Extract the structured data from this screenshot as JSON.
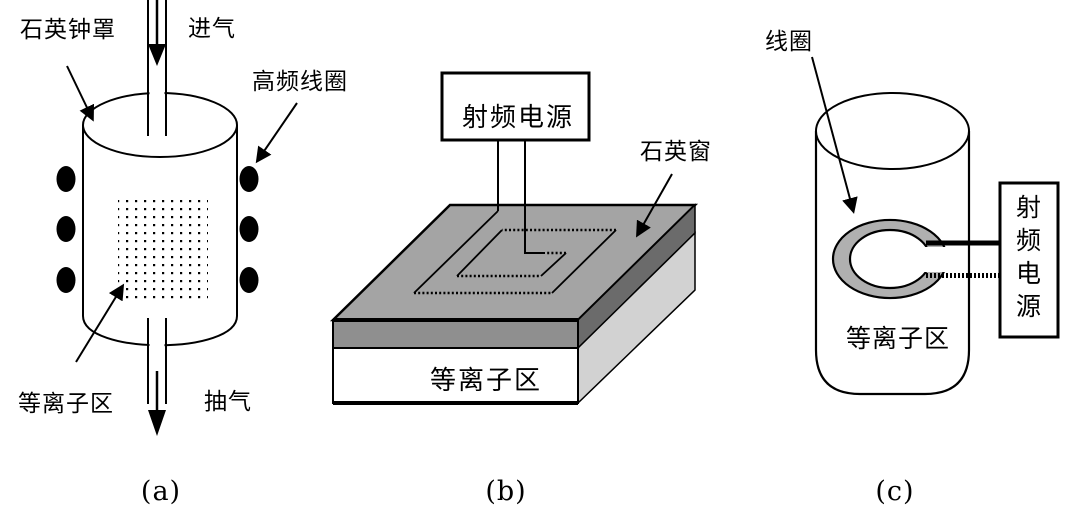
{
  "panels": {
    "a": {
      "caption": "(a)",
      "labels": {
        "bell_jar": "石英钟罩",
        "gas_inlet": "进气",
        "rf_coil": "高频线圈",
        "plasma_region": "等离子区",
        "exhaust": "抽气"
      }
    },
    "b": {
      "caption": "(b)",
      "labels": {
        "rf_source": "射频电源",
        "quartz_window": "石英窗",
        "plasma_region": "等离子区"
      }
    },
    "c": {
      "caption": "(c)",
      "labels": {
        "coil": "线圈",
        "rf_source_chars": [
          "射",
          "频",
          "电",
          "源"
        ],
        "plasma_region": "等离子区"
      }
    }
  },
  "colors": {
    "line": "#000000",
    "background": "#ffffff",
    "window_top": "#a4a4a4",
    "window_front": "#8f8f8f",
    "slab_side_dark": "#6b6b6b",
    "slab_side_light": "#d2d2d2",
    "coil_ring_fill": "#b0b0b0",
    "coil_dot": "#000000"
  }
}
